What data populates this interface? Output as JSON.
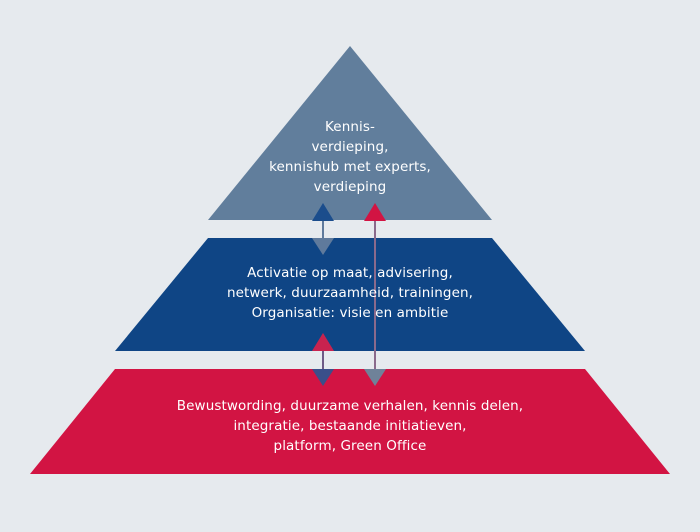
{
  "diagram": {
    "type": "pyramid",
    "background_color": "#e6eaee",
    "tiers": [
      {
        "level": "top",
        "color": "#617e9c",
        "lines": [
          "Kennis-",
          "verdieping,",
          "kennishub met experts,",
          "verdieping"
        ]
      },
      {
        "level": "middle",
        "color": "#0f4585",
        "lines": [
          "Activatie op maat, advisering,",
          "netwerk, duurzaamheid, trainingen,",
          "Organisatie: visie en ambitie"
        ]
      },
      {
        "level": "bottom",
        "color": "#d21443",
        "lines": [
          "Bewustwording, duurzame verhalen, kennis delen,",
          "integratie, bestaande initiatieven,",
          "platform, Green Office"
        ]
      }
    ],
    "arrows": [
      {
        "name": "top-middle-bidirectional-arrow",
        "connects": [
          "top",
          "middle"
        ],
        "direction": "bidirectional",
        "up_head_color": "#1b4d8c",
        "down_head_color": "#5f7a9c",
        "shaft_color": "#5f7a9c"
      },
      {
        "name": "middle-bottom-bidirectional-arrow",
        "connects": [
          "middle",
          "bottom"
        ],
        "direction": "bidirectional",
        "up_head_color": "#c8234f",
        "down_head_color": "#3a4f8a",
        "shaft_color": "#6e5a86"
      },
      {
        "name": "top-bottom-bidirectional-arrow",
        "connects": [
          "top",
          "bottom"
        ],
        "direction": "bidirectional",
        "up_head_color": "#d21443",
        "down_head_color": "#6f8299",
        "shaft_color": "#8a6a8c"
      }
    ]
  }
}
